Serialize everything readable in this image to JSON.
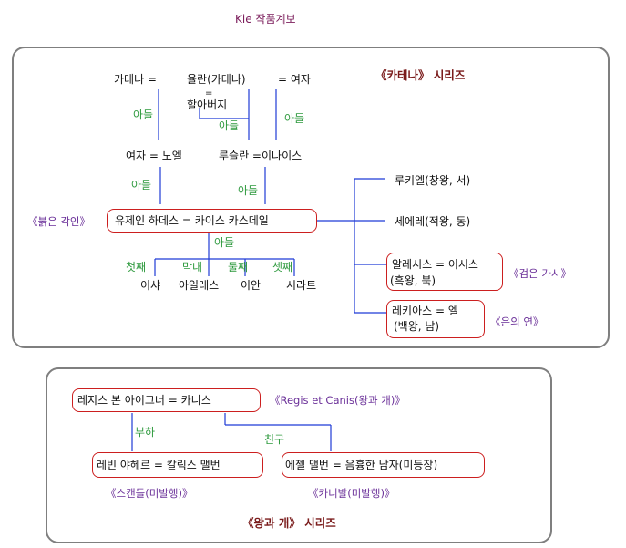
{
  "page": {
    "title": "Kie 작품계보"
  },
  "katena": {
    "series_title": "《카테나》 시리즈",
    "katena": "카테나 =",
    "ullan_katena": "율란(카테나)",
    "eq_woman": "= 여자",
    "eq_mark": "=",
    "grandfather": "할아버지",
    "son_1": "아들",
    "son_2": "아들",
    "son_3": "아들",
    "son_4": "아들",
    "son_5": "아들",
    "son_6": "아들",
    "woman_noel": "여자 = 노엘",
    "rusulan": "루슬란 =이나이스",
    "main_couple": "유제인 하데스 = 카이스 카스데일",
    "crimson_series": "《붉은 각인》",
    "eldest": "첫째",
    "youngest": "막내",
    "second": "둘째",
    "third": "셋째",
    "isha": "이샤",
    "ailes": "아일레스",
    "ian": "이안",
    "siraat": "시라트",
    "rukiel": "루키엘(창왕, 서)",
    "seherer": "세에레(적왕, 동)",
    "aleses_line1": "알레시스  = 이시스",
    "aleses_line2": "(흑왕, 북)",
    "black_thorn": "《검은 가시》",
    "lekias_line1": "레키아스 = 엘",
    "lekias_line2": "(백왕, 남)",
    "silver_kite": "《은의 연》"
  },
  "regis": {
    "series_title": "《왕과 개》 시리즈",
    "regis_couple": "레지스 본 아이그너 = 카니스",
    "regis_series": "《Regis et Canis(왕과 개)》",
    "subordinate": "부하",
    "friend": "친구",
    "levin": "레빈 야헤르 = 칼릭스 맬번",
    "ezel": "에젤 맬번 = 음흉한 남자(미등장)",
    "scandal": "《스캔들(미발행)》",
    "cannibal": "《카니발(미발행)》"
  },
  "colors": {
    "frame": "#7f7f7f",
    "oval": "#cc1f1f",
    "line": "#1f3bd6",
    "relation": "#2e9a3e",
    "series": "#6a2f98",
    "bold_title": "#7a1b1b"
  }
}
